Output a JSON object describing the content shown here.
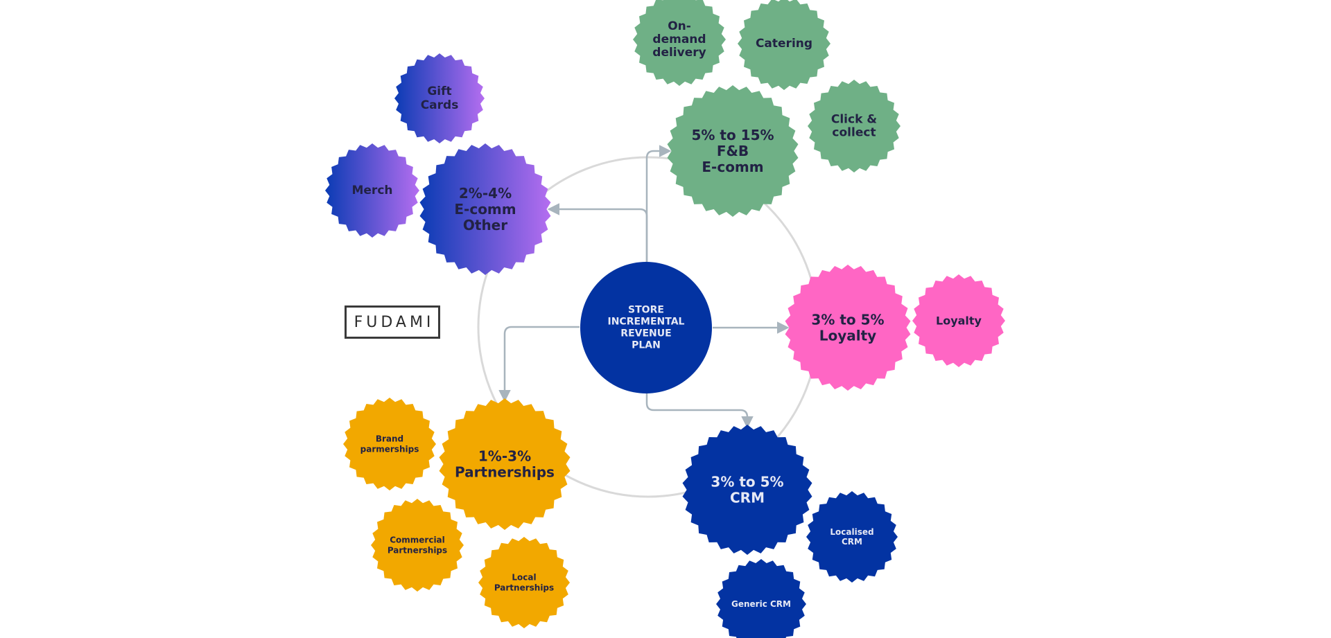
{
  "logo": {
    "text": "FUDAMI"
  },
  "colors": {
    "center": "#0333a2",
    "green": "#6fb086",
    "pink": "#ff66c4",
    "yellow": "#f2a800",
    "blue": "#0333a2",
    "purple_start": "#0a3bb4",
    "purple_end": "#b56ef0",
    "ring": "#d9d9d9",
    "connector": "#a8b4bd",
    "dark_text": "#222244",
    "light_text": "#e6e9f5"
  },
  "center": {
    "lines": [
      "STORE",
      "INCREMENTAL",
      "REVENUE",
      "PLAN"
    ]
  },
  "hubs": [
    {
      "id": "ecomm-other",
      "lines": [
        "2%-4%",
        "E-comm",
        "Other"
      ],
      "fill": "purple"
    },
    {
      "id": "fnb-ecomm",
      "lines": [
        "5% to 15%",
        "F&B",
        "E-comm"
      ],
      "fill": "green"
    },
    {
      "id": "loyalty",
      "lines": [
        "3% to 5%",
        "Loyalty"
      ],
      "fill": "pink"
    },
    {
      "id": "crm",
      "lines": [
        "3% to 5%",
        "CRM"
      ],
      "fill": "blue"
    },
    {
      "id": "partnerships",
      "lines": [
        "1%-3%",
        "Partnerships"
      ],
      "fill": "yellow"
    }
  ],
  "satellites": [
    {
      "id": "gift-cards",
      "lines": [
        "Gift",
        "Cards"
      ],
      "fill": "purple"
    },
    {
      "id": "merch",
      "lines": [
        "Merch"
      ],
      "fill": "purple"
    },
    {
      "id": "on-demand-delivery",
      "lines": [
        "On-",
        "demand",
        "delivery"
      ],
      "fill": "green"
    },
    {
      "id": "catering",
      "lines": [
        "Catering"
      ],
      "fill": "green"
    },
    {
      "id": "click-collect",
      "lines": [
        "Click &",
        "collect"
      ],
      "fill": "green"
    },
    {
      "id": "loyalty-sub",
      "lines": [
        "Loyalty"
      ],
      "fill": "pink"
    },
    {
      "id": "localised-crm",
      "lines": [
        "Localised",
        "CRM"
      ],
      "fill": "blue"
    },
    {
      "id": "generic-crm",
      "lines": [
        "Generic CRM"
      ],
      "fill": "blue"
    },
    {
      "id": "brand-partnerships",
      "lines": [
        "Brand",
        "parmerships"
      ],
      "fill": "yellow"
    },
    {
      "id": "commercial-partnerships",
      "lines": [
        "Commercial",
        "Partnerships"
      ],
      "fill": "yellow"
    },
    {
      "id": "local-partnerships",
      "lines": [
        "Local",
        "Partnerships"
      ],
      "fill": "yellow"
    }
  ]
}
